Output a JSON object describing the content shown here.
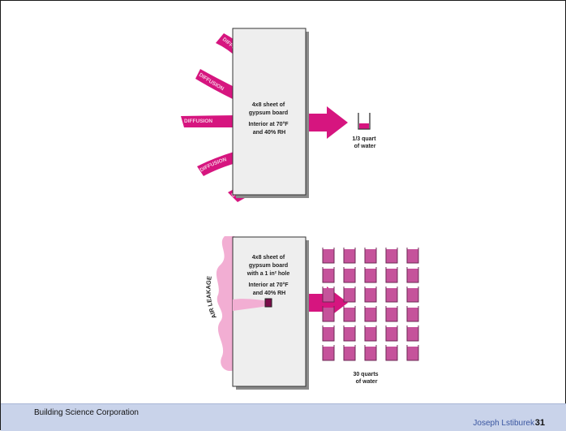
{
  "colors": {
    "magenta": "#d6157f",
    "pink_jar": "#c5539b",
    "pink_light": "#f2aed3",
    "board_fill": "#eeeeee",
    "footer_bg": "#c9d3ea",
    "author_blue": "#3a56a0"
  },
  "panel_top": {
    "board_lines": [
      "4x8 sheet of",
      "gypsum board",
      "Interior at 70°F",
      "and 40% RH"
    ],
    "diffusion_label": "DIFFUSION",
    "result_lines": [
      "1/3 quart",
      "of water"
    ]
  },
  "panel_bottom": {
    "board_lines": [
      "4x8 sheet of",
      "gypsum board",
      "with a 1 in² hole",
      "Interior at 70°F",
      "and 40% RH"
    ],
    "leakage_label": "AIR LEAKAGE",
    "result_lines": [
      "30 quarts",
      "of water"
    ],
    "jar_count": 30
  },
  "footer": {
    "organization": "Building Science Corporation",
    "author": "Joseph Lstiburek",
    "page_number": "31"
  }
}
